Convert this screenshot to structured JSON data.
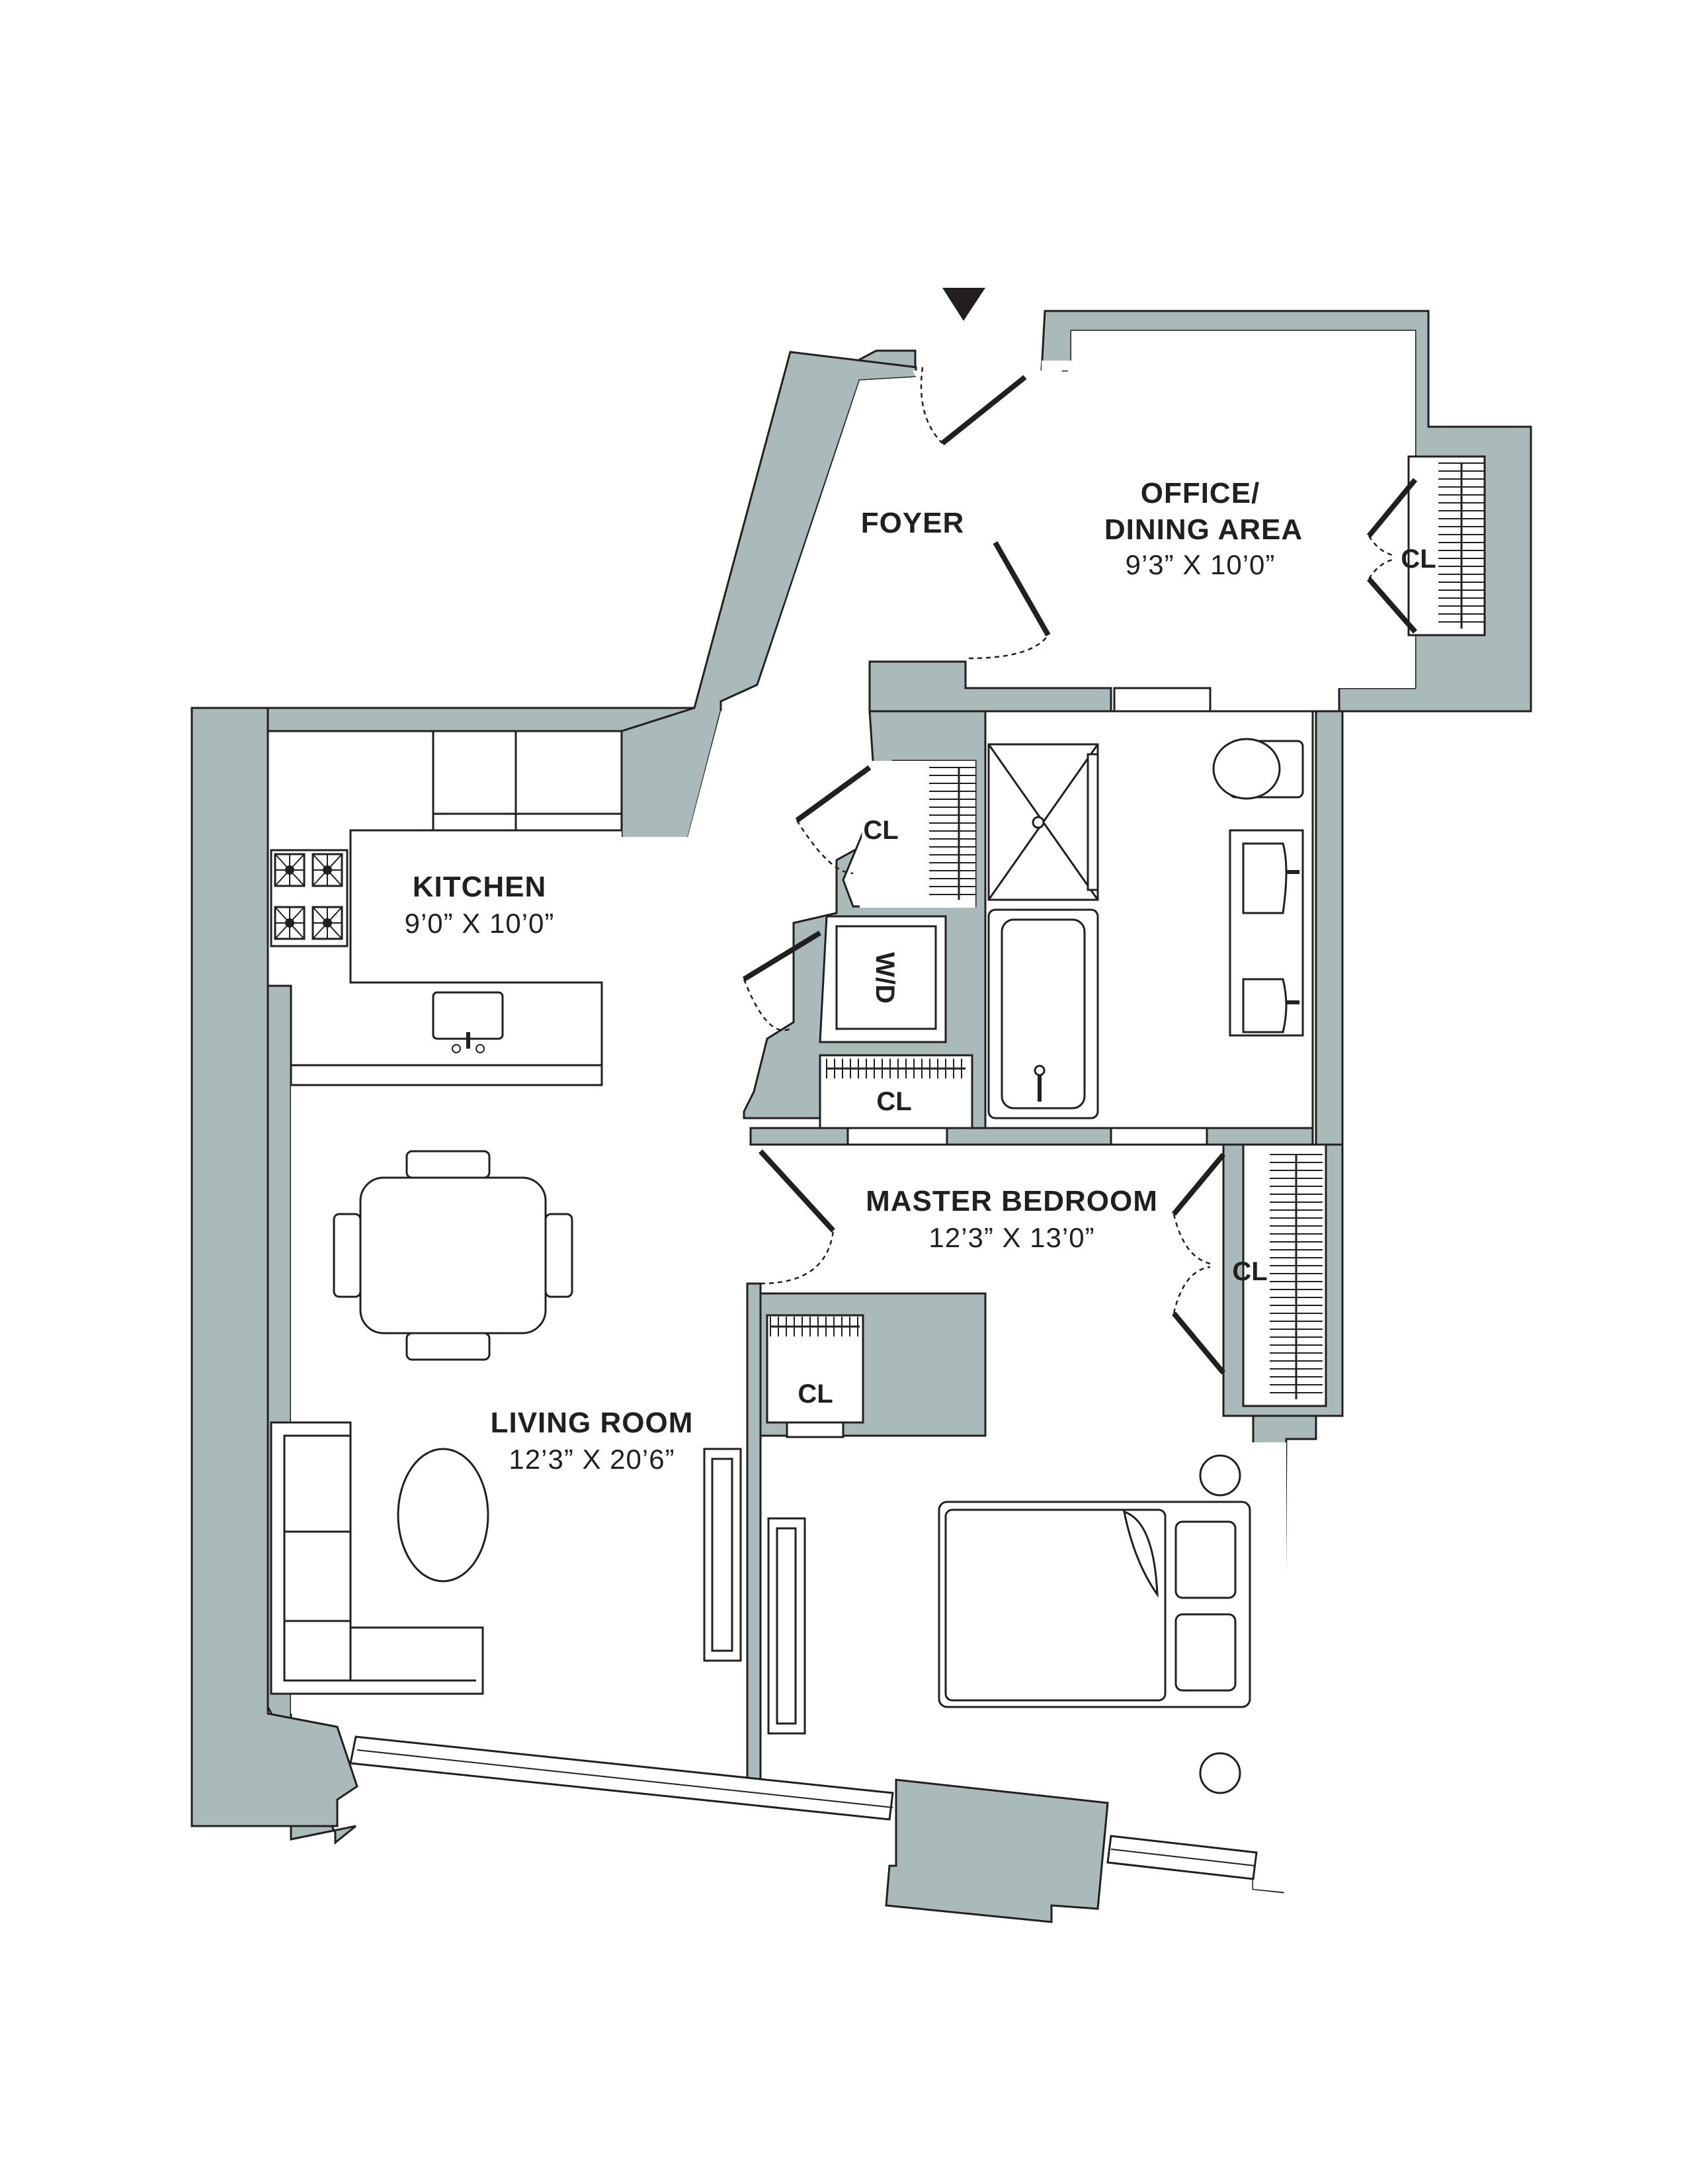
{
  "rooms": {
    "foyer": {
      "name": "FOYER"
    },
    "office": {
      "name_line1": "OFFICE/",
      "name_line2": "DINING AREA",
      "dims": "9’3” X 10’0”"
    },
    "kitchen": {
      "name": "KITCHEN",
      "dims": "9’0” X 10’0”"
    },
    "living": {
      "name": "LIVING ROOM",
      "dims": "12’3” X 20’6”"
    },
    "bedroom": {
      "name": "MASTER BEDROOM",
      "dims": "12’3” X 13’0”"
    }
  },
  "closets": {
    "office": "CL",
    "hall": "CL",
    "laundry_side": "CL",
    "bedroom_right": "CL",
    "bedroom_entry": "CL"
  },
  "appliances": {
    "washer_dryer": "W/D"
  },
  "colors": {
    "wall": "#a9bab9",
    "line": "#231f20",
    "floor": "#ffffff"
  },
  "icons": {
    "entry": "entry-arrow-icon"
  }
}
